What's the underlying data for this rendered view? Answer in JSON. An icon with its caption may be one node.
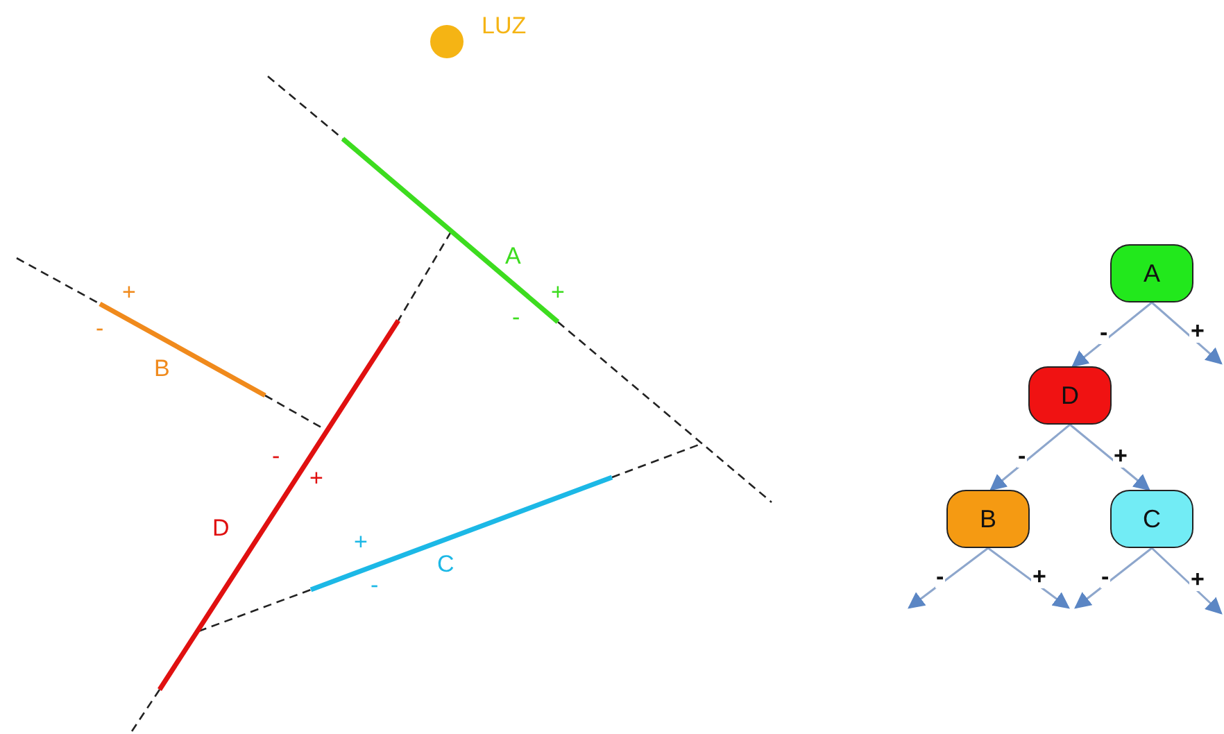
{
  "diagram": {
    "nodes": [
      {
        "text": [
          "A"
        ]
      },
      {
        "text": [
          "D"
        ]
      },
      {
        "text": [
          "B"
        ]
      },
      {
        "text": [
          "C"
        ]
      }
    ],
    "edges": [
      {
        "from": 0,
        "to": 1,
        "arrow": "to",
        "label": "-"
      },
      {
        "from": 0,
        "to": null,
        "arrow": "to",
        "label": "+"
      },
      {
        "from": 1,
        "to": 2,
        "arrow": "to",
        "label": "-"
      },
      {
        "from": 1,
        "to": 3,
        "arrow": "to",
        "label": "+"
      },
      {
        "from": 2,
        "to": null,
        "arrow": "to",
        "label": "-"
      },
      {
        "from": 2,
        "to": null,
        "arrow": "to",
        "label": "+"
      },
      {
        "from": 3,
        "to": null,
        "arrow": "to",
        "label": "-"
      },
      {
        "from": 3,
        "to": null,
        "arrow": "to",
        "label": "+"
      }
    ],
    "labels": [
      "LUZ",
      "A",
      "+",
      "-",
      "+",
      "-",
      "B",
      "-",
      "+",
      "D",
      "+",
      "C",
      "-"
    ]
  }
}
